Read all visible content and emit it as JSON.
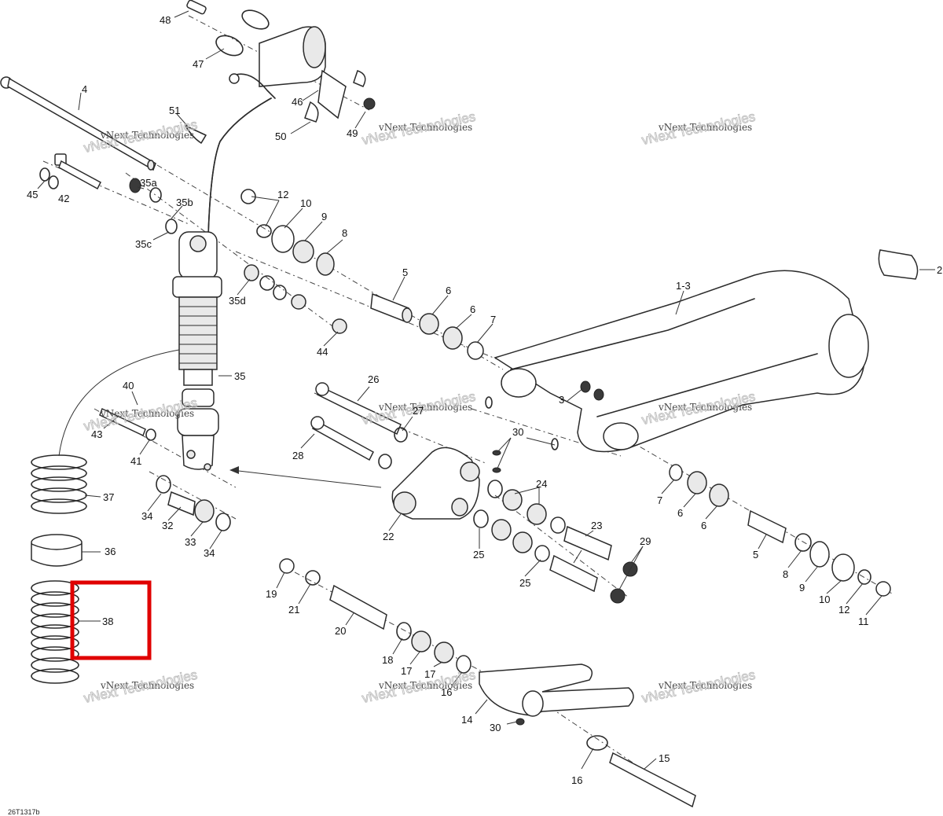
{
  "diagram": {
    "figure_code": "26T1317b",
    "watermark": {
      "line1": "vNext Technologies",
      "line2": "vNext Technologies"
    },
    "highlight_color": "#e00000",
    "labels": {
      "48": "48",
      "47": "47",
      "4": "4",
      "51": "51",
      "46": "46",
      "50": "50",
      "49": "49",
      "42": "42",
      "45": "45",
      "35a": "35a",
      "35b": "35b",
      "35c": "35c",
      "12": "12",
      "10": "10",
      "9": "9",
      "8": "8",
      "35d": "35d",
      "44": "44",
      "5": "5",
      "6a": "6",
      "6b": "6",
      "7": "7",
      "1-3": "1-3",
      "2": "2",
      "35": "35",
      "40": "40",
      "43": "43",
      "41": "41",
      "26": "26",
      "27": "27",
      "28": "28",
      "30a": "30",
      "3": "3",
      "37": "37",
      "34a": "34",
      "32": "32",
      "33": "33",
      "34b": "34",
      "22": "22",
      "24": "24",
      "25a": "25",
      "25b": "25",
      "23": "23",
      "29": "29",
      "7b": "7",
      "6c": "6",
      "6d": "6",
      "5b": "5",
      "8b": "8",
      "9b": "9",
      "10b": "10",
      "12b": "12",
      "11": "11",
      "36": "36",
      "38": "38",
      "19": "19",
      "21": "21",
      "20": "20",
      "18": "18",
      "17a": "17",
      "17b": "17",
      "16a": "16",
      "14": "14",
      "30b": "30",
      "16b": "16",
      "15": "15"
    }
  }
}
